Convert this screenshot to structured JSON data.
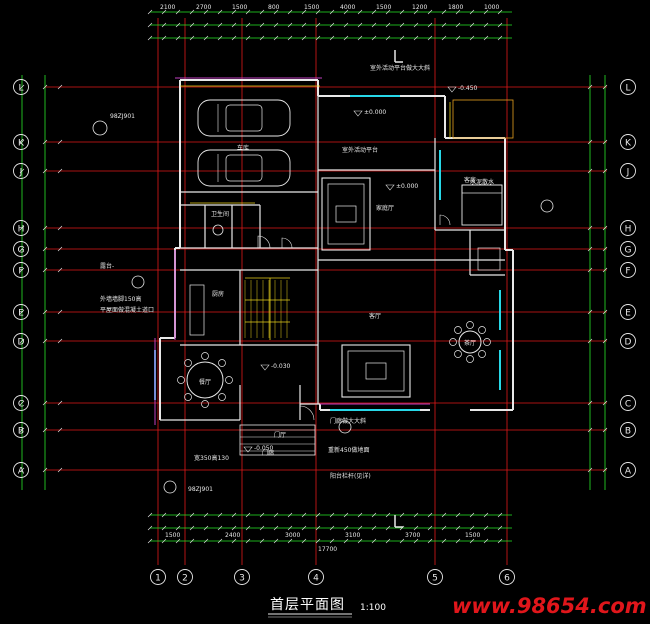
{
  "drawing": {
    "title": "首层平面图",
    "scale": "1:100",
    "watermark": "www.98654.com",
    "standard_top": "98ZJ901",
    "standard_bottom": "98ZJ901",
    "total_dim": "17700"
  },
  "axes_rows": [
    "L",
    "K",
    "J",
    "H",
    "G",
    "F",
    "E",
    "D",
    "C",
    "B",
    "A"
  ],
  "axes_cols": [
    "1",
    "2",
    "3",
    "4",
    "5",
    "6"
  ],
  "rooms": {
    "garage": "车库",
    "entertain": "家庭厅",
    "bedroom": "客房",
    "living": "客厅",
    "kitchen": "厨房",
    "dining": "餐厅",
    "foyer": "门厅",
    "lounge": "茶厅",
    "terrace": "室外活动平台",
    "porch": "门廊",
    "toilet": "卫生间"
  },
  "notes": {
    "n1": "室外活动平台做大大斜",
    "n2": "外墙墙脚150高",
    "n3": "平屋面做混凝土道口",
    "n4": "门廊做大大斜",
    "n5": "重新450做地面",
    "n6": "阳台栏杆(见详)",
    "n7": "露台-",
    "n8": "水泥散水",
    "n9": "宽350高130"
  },
  "levels": [
    "±0.000",
    "-0.450",
    "-0.050",
    "-0.030",
    "±0.000"
  ],
  "dims_top": [
    "2100",
    "2700",
    "1500",
    "800",
    "1500",
    "4000",
    "1500",
    "1200",
    "1800",
    "1000"
  ],
  "dims_bottom": [
    "1500",
    "2400",
    "3000",
    "3100",
    "3700",
    "1500"
  ]
}
